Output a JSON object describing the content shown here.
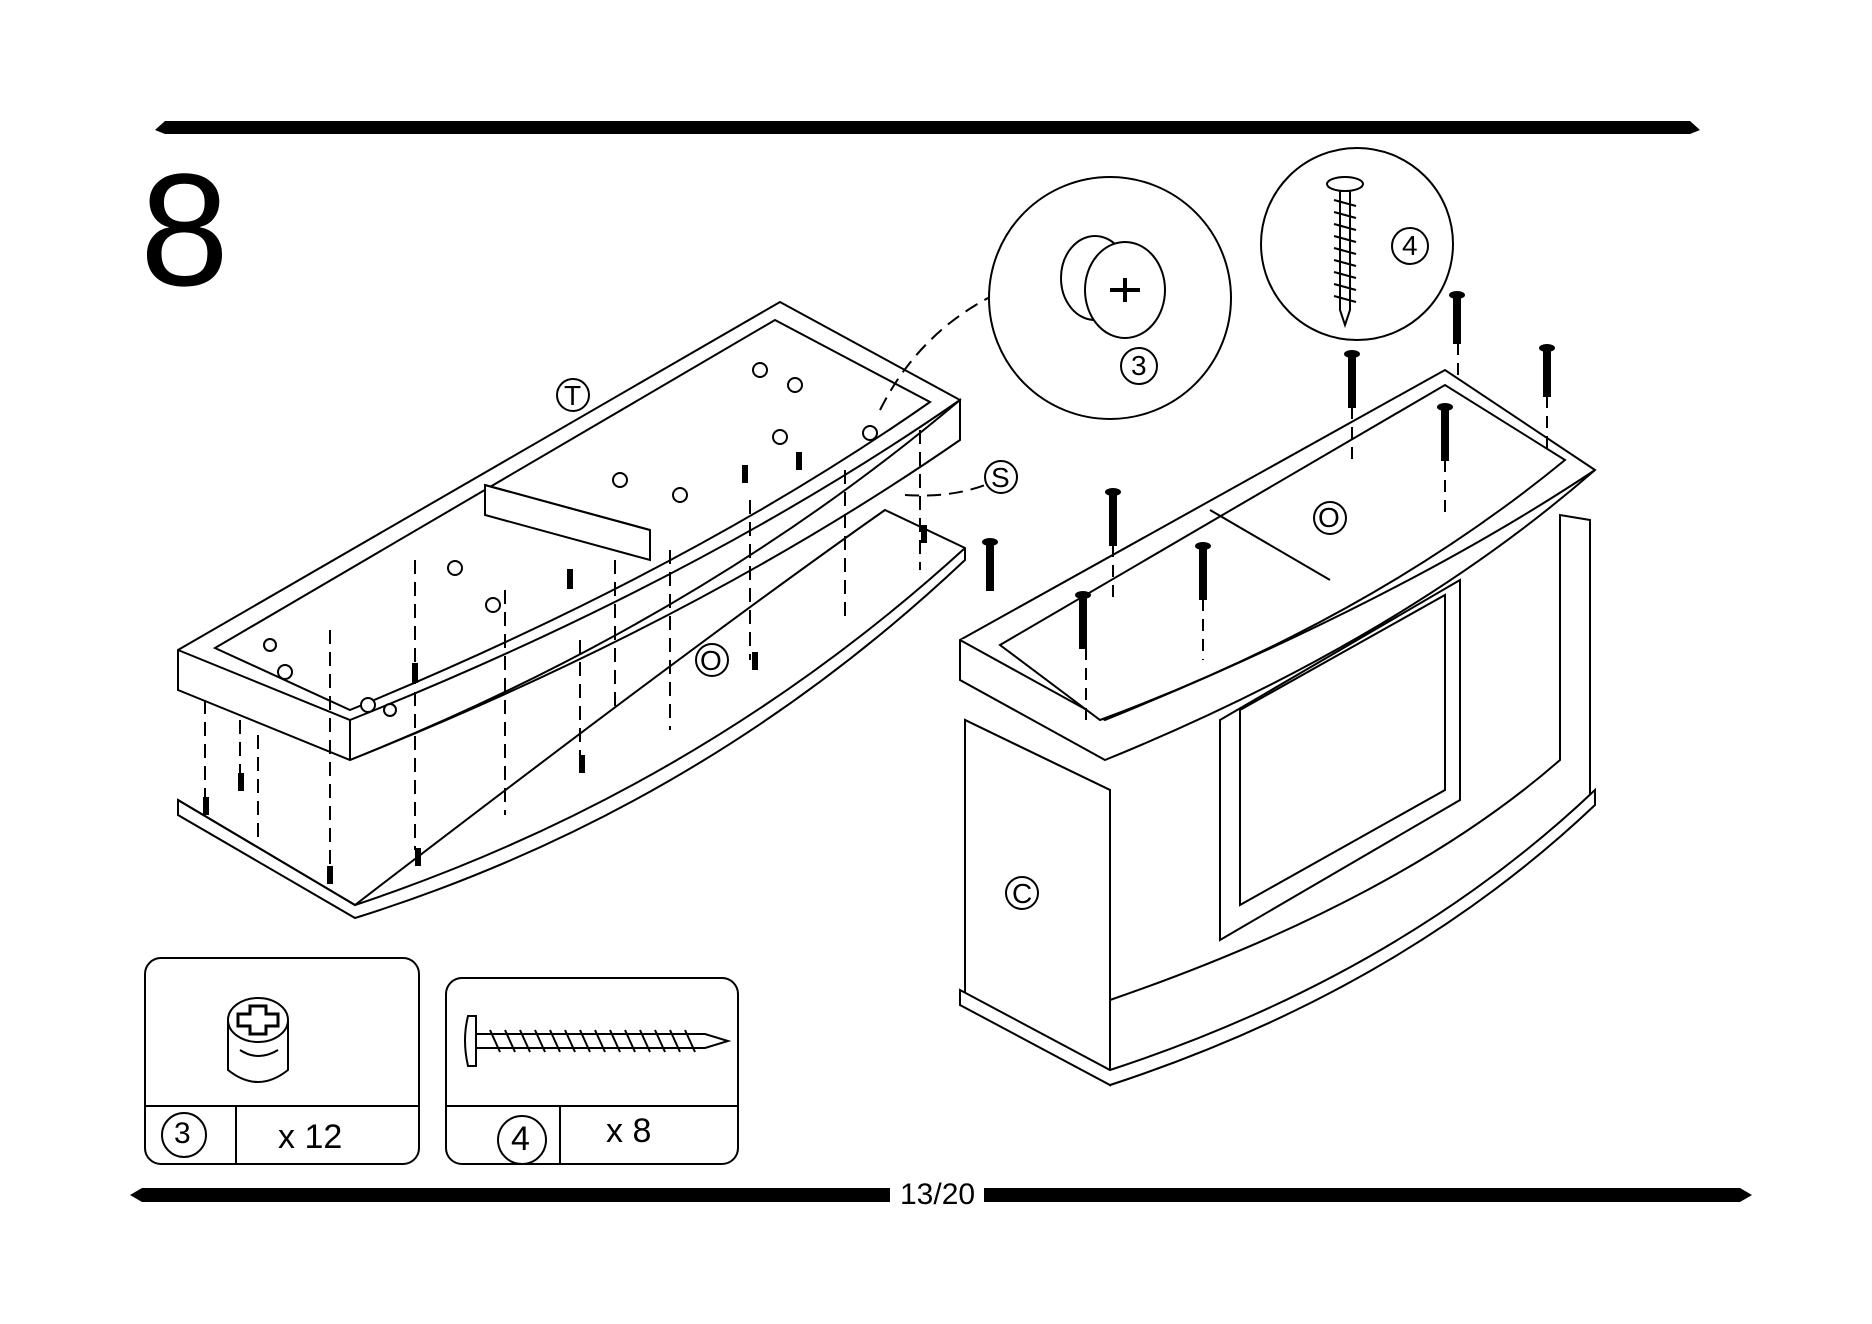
{
  "step": {
    "number": "8"
  },
  "labels": {
    "part_t": "T",
    "part_s": "S",
    "part_o_left": "O",
    "part_o_right": "O",
    "part_c": "C",
    "callout_cam": "3",
    "callout_screw": "4"
  },
  "hardware": [
    {
      "id": "3",
      "name": "cam-lock",
      "quantity": "x 12"
    },
    {
      "id": "4",
      "name": "screw",
      "quantity": "x 8"
    }
  ],
  "footer": {
    "page": "13/20"
  },
  "colors": {
    "ink": "#000000",
    "paper": "#ffffff"
  },
  "icons": [
    "cam-lock-icon",
    "screw-icon"
  ]
}
